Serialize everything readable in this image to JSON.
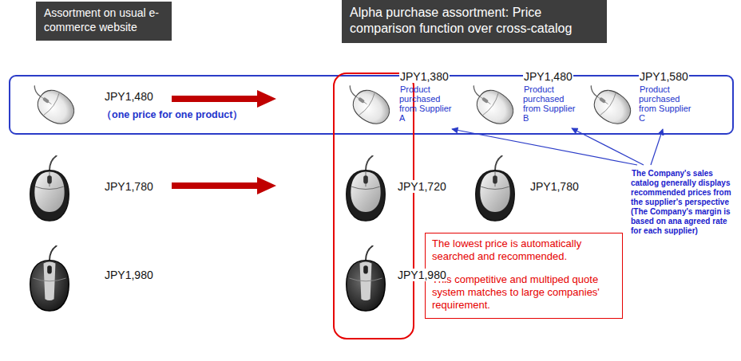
{
  "diagram": {
    "nodes": [
      {
        "text": [
          "Assortment on usual e-commerce website"
        ]
      },
      {
        "text": [
          "Alpha purchase assortment: Price comparison function over cross-catalog"
        ]
      },
      {
        "text": [
          "The lowest price is automatically searched and recommended.",
          "This competitive and multiped quote system matches to large companies' requirement."
        ]
      }
    ],
    "labels": [
      "JPY1,480",
      "（one price for one product）",
      "JPY1,780",
      "JPY1,980",
      "JPY1,380",
      "Product purchased from Supplier A",
      "JPY1,480",
      "Product purchased from Supplier B",
      "JPY1,580",
      "Product purchased from Supplier C",
      "The Company's sales catalog generally displays recommended prices from the supplier's perspective (The Company's margin is based on ana agreed rate for each supplier)",
      "JPY1,720",
      "JPY1,780",
      "JPY1,980"
    ]
  }
}
